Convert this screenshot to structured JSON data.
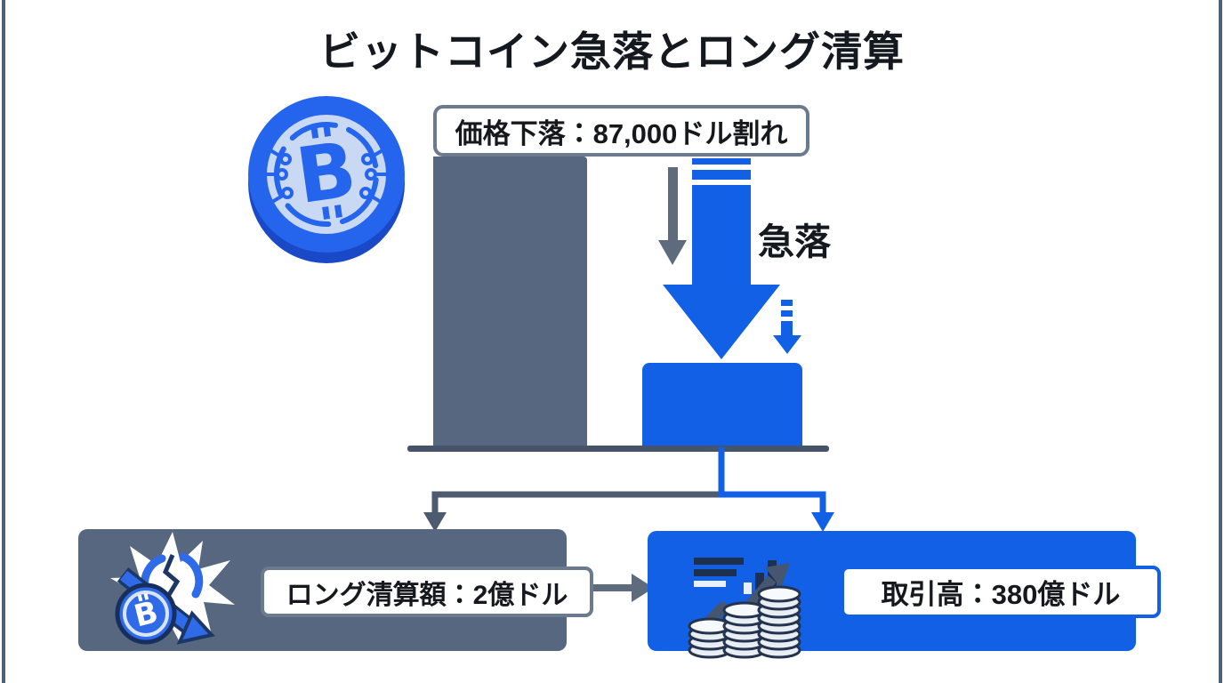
{
  "title": "ビットコイン急落とロング清算",
  "colors": {
    "primary_blue": "#1160e6",
    "coin_blue": "#2565ee",
    "coin_face": "#c9d8f3",
    "slate_gray": "#56677f",
    "connector_gray": "#4d5b70",
    "baseline_gray": "#46536b",
    "label_border_gray": "#6b7a8d",
    "text_black": "#14181f",
    "background": "#ffffff"
  },
  "price_drop": {
    "label": "価格下落：87,000ドル割れ",
    "annotation": "急落"
  },
  "liquidation": {
    "label": "ロング清算額：2億ドル"
  },
  "volume": {
    "label": "取引高：380億ドル"
  },
  "icons": {
    "coin": "bitcoin-coin-icon",
    "explosion": "liquidation-explosion-icon",
    "coin_stacks": "coin-stacks-growth-icon"
  }
}
